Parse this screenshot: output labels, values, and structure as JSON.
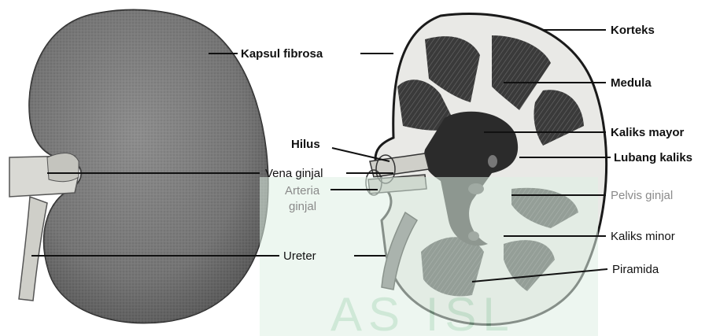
{
  "labels": {
    "kapsul_fibrosa": "Kapsul fibrosa",
    "korteks": "Korteks",
    "medula": "Medula",
    "kaliks_mayor": "Kaliks mayor",
    "hilus": "Hilus",
    "lubang_kaliks": "Lubang kaliks",
    "vena_ginjal": "Vena ginjal",
    "arteria": "Arteria",
    "ginjal": "ginjal",
    "pelvis_ginjal": "Pelvis ginjal",
    "kaliks_minor": "Kaliks minor",
    "ureter": "Ureter",
    "piramida": "Piramida"
  },
  "colors": {
    "ink": "#111111",
    "shade": "#6f6f6f",
    "cortex_fill": "#e9e9e6",
    "watermark": "#a9d6b8",
    "light_label": "#8a8a8a"
  }
}
